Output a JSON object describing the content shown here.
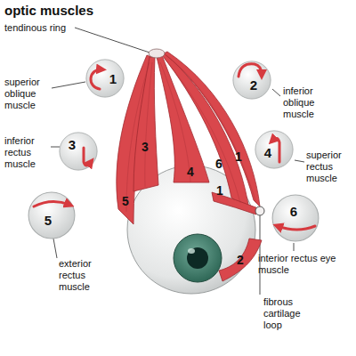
{
  "diagram": {
    "title": "optic muscles",
    "nodes": [
      {
        "text": [
          "1"
        ]
      },
      {
        "text": [
          "2"
        ]
      },
      {
        "text": [
          "3"
        ]
      },
      {
        "text": [
          "4"
        ]
      },
      {
        "text": [
          "5"
        ]
      },
      {
        "text": [
          "6"
        ]
      }
    ],
    "labels": [
      "tendinous ring",
      "superior oblique muscle",
      "inferior oblique muscle",
      "inferior rectus muscle",
      "superior rectus muscle",
      "exterior rectus muscle",
      "interior rectus eye muscle",
      "fibrous cartilage loop",
      "3",
      "4",
      "6",
      "1",
      "5",
      "1",
      "2"
    ]
  }
}
